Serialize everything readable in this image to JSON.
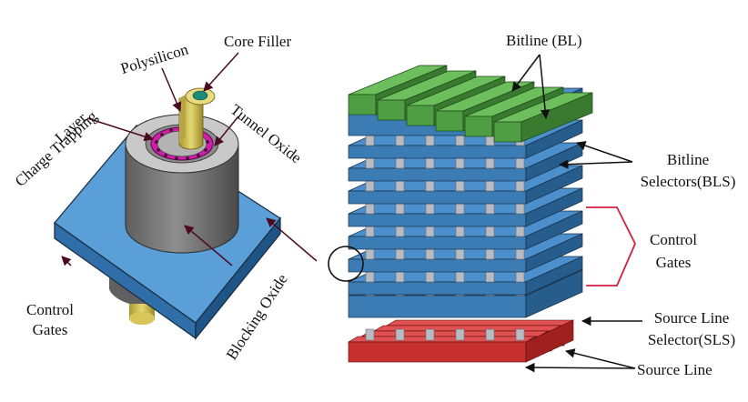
{
  "cell_labels": {
    "polysilicon": "Polysilicon",
    "core_filler": "Core Filler",
    "charge_trapping_1": "Charge Trapping",
    "charge_trapping_2": "Layer",
    "tunnel_oxide": "Tunnel Oxide",
    "control_gates_1": "Control",
    "control_gates_2": "Gates",
    "blocking_oxide": "Blocking Oxide"
  },
  "array_labels": {
    "bitline": "Bitline (BL)",
    "bls_1": "Bitline",
    "bls_2": "Selectors(BLS)",
    "cg_1": "Control",
    "cg_2": "Gates",
    "sls_1": "Source Line",
    "sls_2": "Selector(SLS)",
    "source_line": "Source Line"
  },
  "colors": {
    "gate_blue": "#3a7cb3",
    "gate_face": "#5b9fd9",
    "bitline_green": "#4f9e43",
    "source_red": "#c83030",
    "pillar_gray": "#b8bcc2",
    "core_yellow": "#d8c65a",
    "charge_magenta": "#c020a0",
    "arrow_maroon": "#6a1030",
    "bracket_red": "#d02040"
  }
}
